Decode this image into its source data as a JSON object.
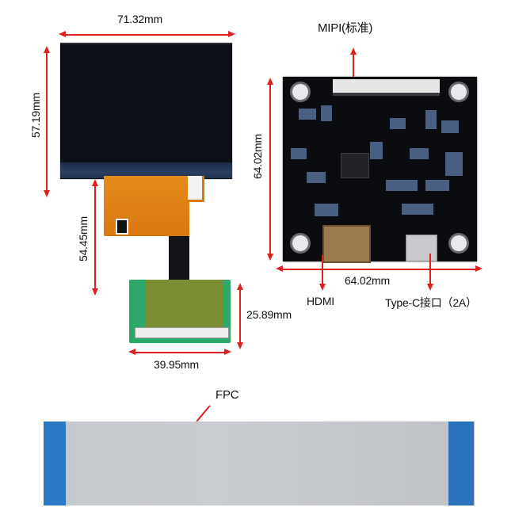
{
  "figure": {
    "lcd_module": {
      "width_label": "71.32mm",
      "height_label": "57.19mm",
      "fpc_length_label": "54.45mm",
      "adapter_width_label": "39.95mm",
      "adapter_height_label": "25.89mm"
    },
    "driver_board": {
      "height_label": "64.02mm",
      "width_label": "64.02mm",
      "mipi_label": "MIPI(标准)",
      "hdmi_label": "HDMI",
      "typec_label": "Type-C接口（2A）"
    },
    "ribbon_cable": {
      "label": "FPC"
    }
  },
  "colors": {
    "annotation": "#e02020",
    "ribbon_tab": "#2b78c6",
    "ribbon_body": "#c5c8cc",
    "pcb": "#0b0c10",
    "fpc": "#e58a1c"
  }
}
